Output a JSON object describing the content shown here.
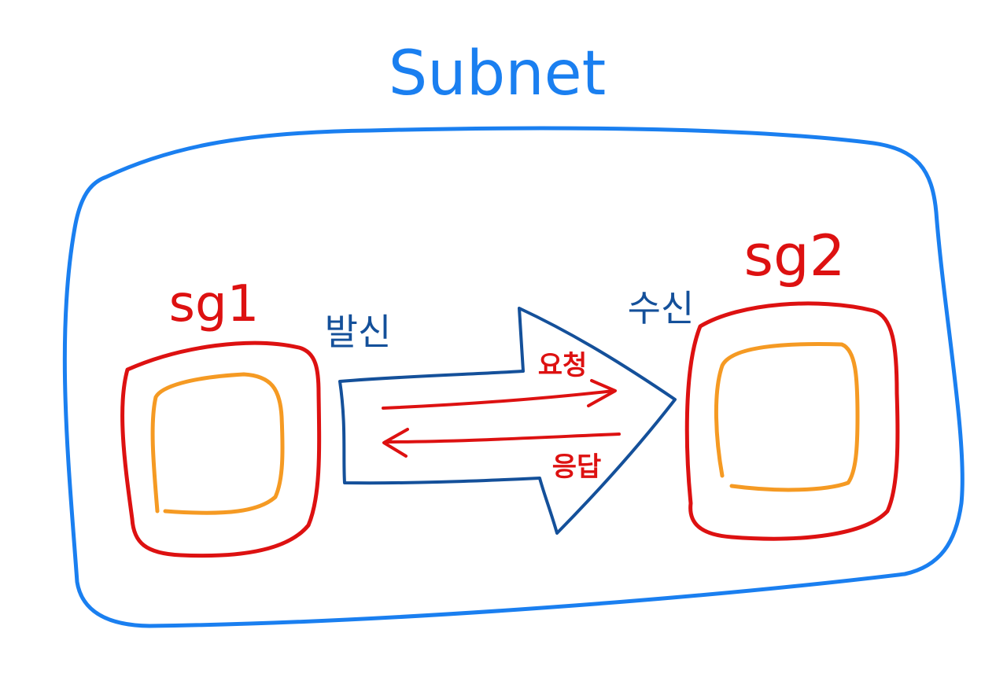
{
  "subnet": {
    "label": "Subnet",
    "color": "#1a7ff0"
  },
  "sg1": {
    "label": "sg1",
    "action_label": "발신",
    "border_color": "#dd1111",
    "inner_color": "#f59a23"
  },
  "sg2": {
    "label": "sg2",
    "action_label": "수신",
    "border_color": "#dd1111",
    "inner_color": "#f59a23"
  },
  "flow": {
    "arrow_color": "#14509a",
    "request_label": "요청",
    "response_label": "응답",
    "line_color": "#dd1111"
  },
  "colors": {
    "action_text": "#14509a"
  }
}
